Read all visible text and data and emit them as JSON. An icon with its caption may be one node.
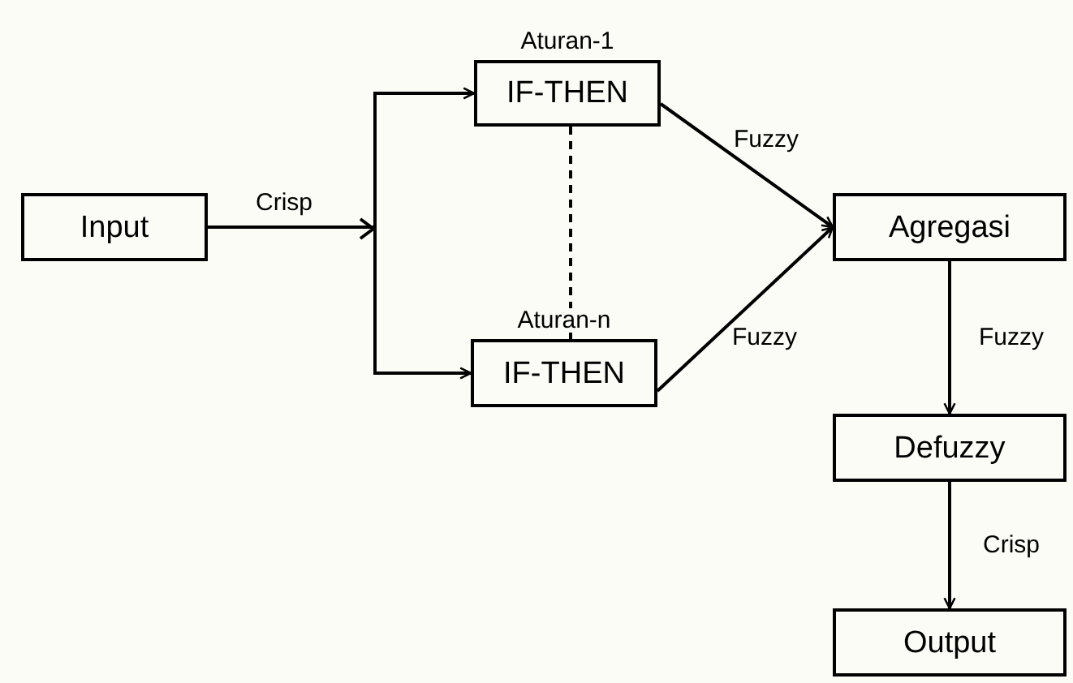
{
  "diagram": {
    "nodes": [
      {
        "text": [
          "Input"
        ]
      },
      {
        "text": [
          "IF-THEN"
        ],
        "beside": [
          "Aturan-1"
        ]
      },
      {
        "text": [
          "IF-THEN"
        ],
        "beside": [
          "Aturan-n"
        ]
      },
      {
        "text": [
          "Agregasi"
        ]
      },
      {
        "text": [
          "Defuzzy"
        ]
      },
      {
        "text": [
          "Output"
        ]
      }
    ],
    "edges": [
      {
        "from": 0,
        "to": 1,
        "arrow": "to",
        "label": "Crisp"
      },
      {
        "from": 0,
        "to": 2,
        "arrow": "to"
      },
      {
        "from": 1,
        "to": 2,
        "arrow": "none",
        "style": "dashed"
      },
      {
        "from": 1,
        "to": 3,
        "arrow": "to",
        "label": "Fuzzy"
      },
      {
        "from": 2,
        "to": 3,
        "arrow": "to",
        "label": "Fuzzy"
      },
      {
        "from": 3,
        "to": 4,
        "arrow": "to",
        "label": "Fuzzy"
      },
      {
        "from": 4,
        "to": 5,
        "arrow": "to",
        "label": "Crisp"
      }
    ]
  }
}
